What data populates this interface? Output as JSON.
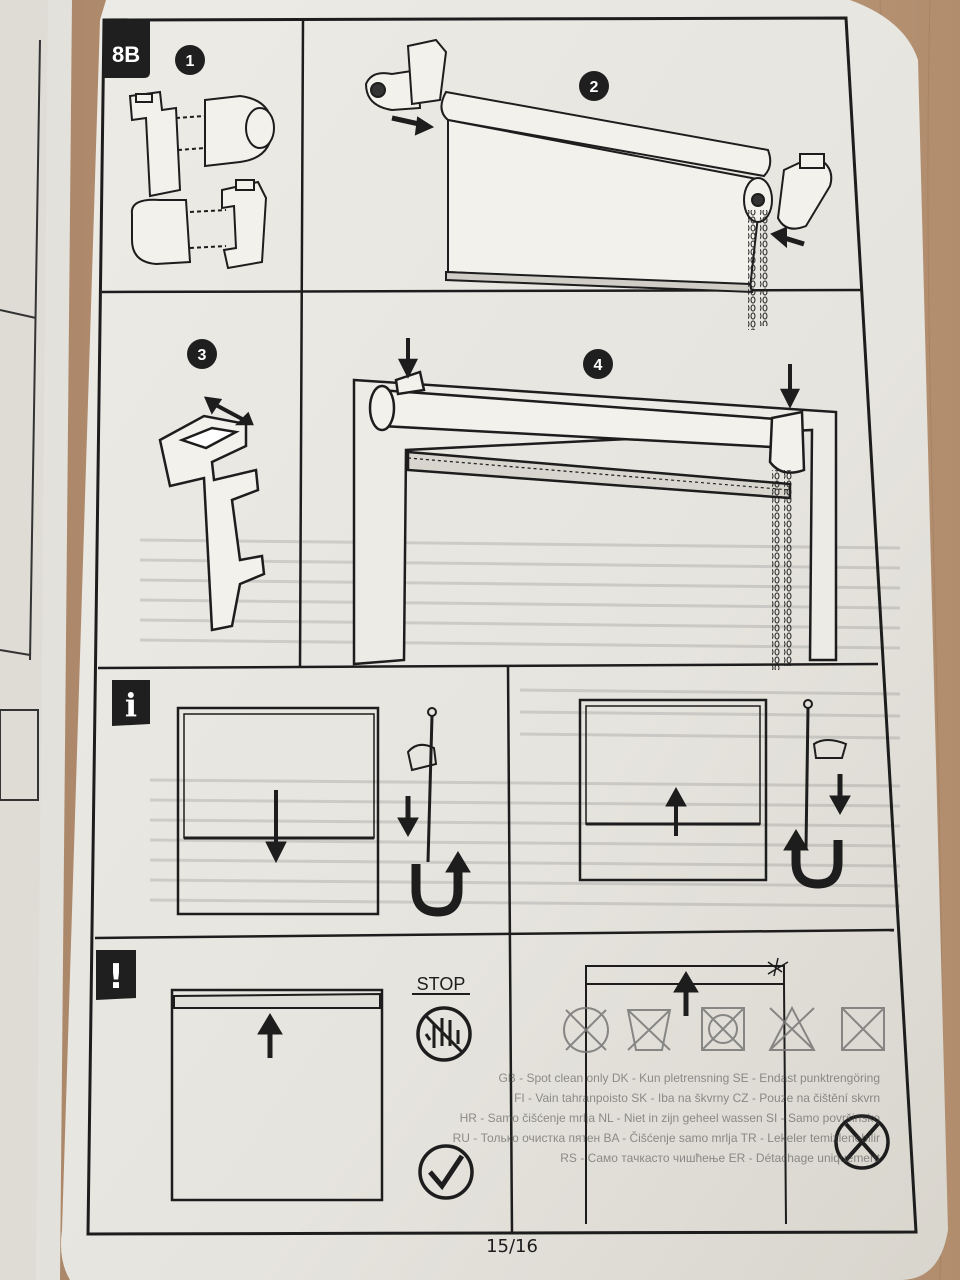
{
  "section_tag": "8B",
  "steps": [
    {
      "number": "1"
    },
    {
      "number": "2"
    },
    {
      "number": "3"
    },
    {
      "number": "4"
    }
  ],
  "info_badge": "i",
  "warning_badge": "!",
  "stop_label": "STOP",
  "care_text_lines": [
    "GB - Spot clean only  DK - Kun pletrensning  SE - Endast punktrengöring",
    "FI - Vain tahranpoisto  SK - Iba na škvrny  CZ - Pouze na čištění skvrn",
    "HR - Samo čišćenje mrlja  NL - Niet in zijn geheel wassen  SI - Samo površinsko",
    "RU - Только очистка пятен  BA - Čišćenje samo mrlja  TR - Lekeler temizlenebilir",
    "RS - Само тачкасто чишћење  ER - Détachage uniquement"
  ],
  "page_number": "15/16",
  "colors": {
    "paper": "#e9e7e1",
    "ink": "#1d1d1d",
    "wood": "#b9977a"
  }
}
